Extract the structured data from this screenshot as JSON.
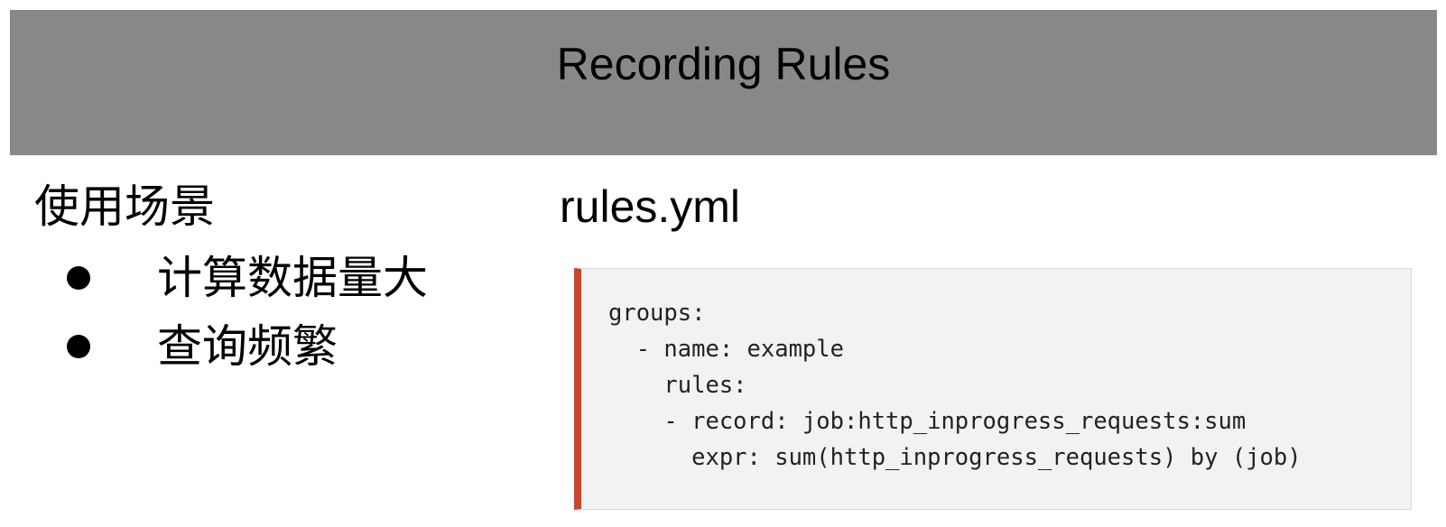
{
  "slide": {
    "title": "Recording Rules",
    "left": {
      "heading": "使用场景",
      "bullets": [
        "计算数据量大",
        "查询频繁"
      ]
    },
    "right": {
      "file_name": "rules.yml",
      "code": "groups:\n  - name: example\n    rules:\n    - record: job:http_inprogress_requests:sum\n      expr: sum(http_inprogress_requests) by (job)"
    }
  },
  "colors": {
    "title_bar": "#888888",
    "code_background": "#f2f2f2",
    "code_accent": "#c9452f"
  }
}
